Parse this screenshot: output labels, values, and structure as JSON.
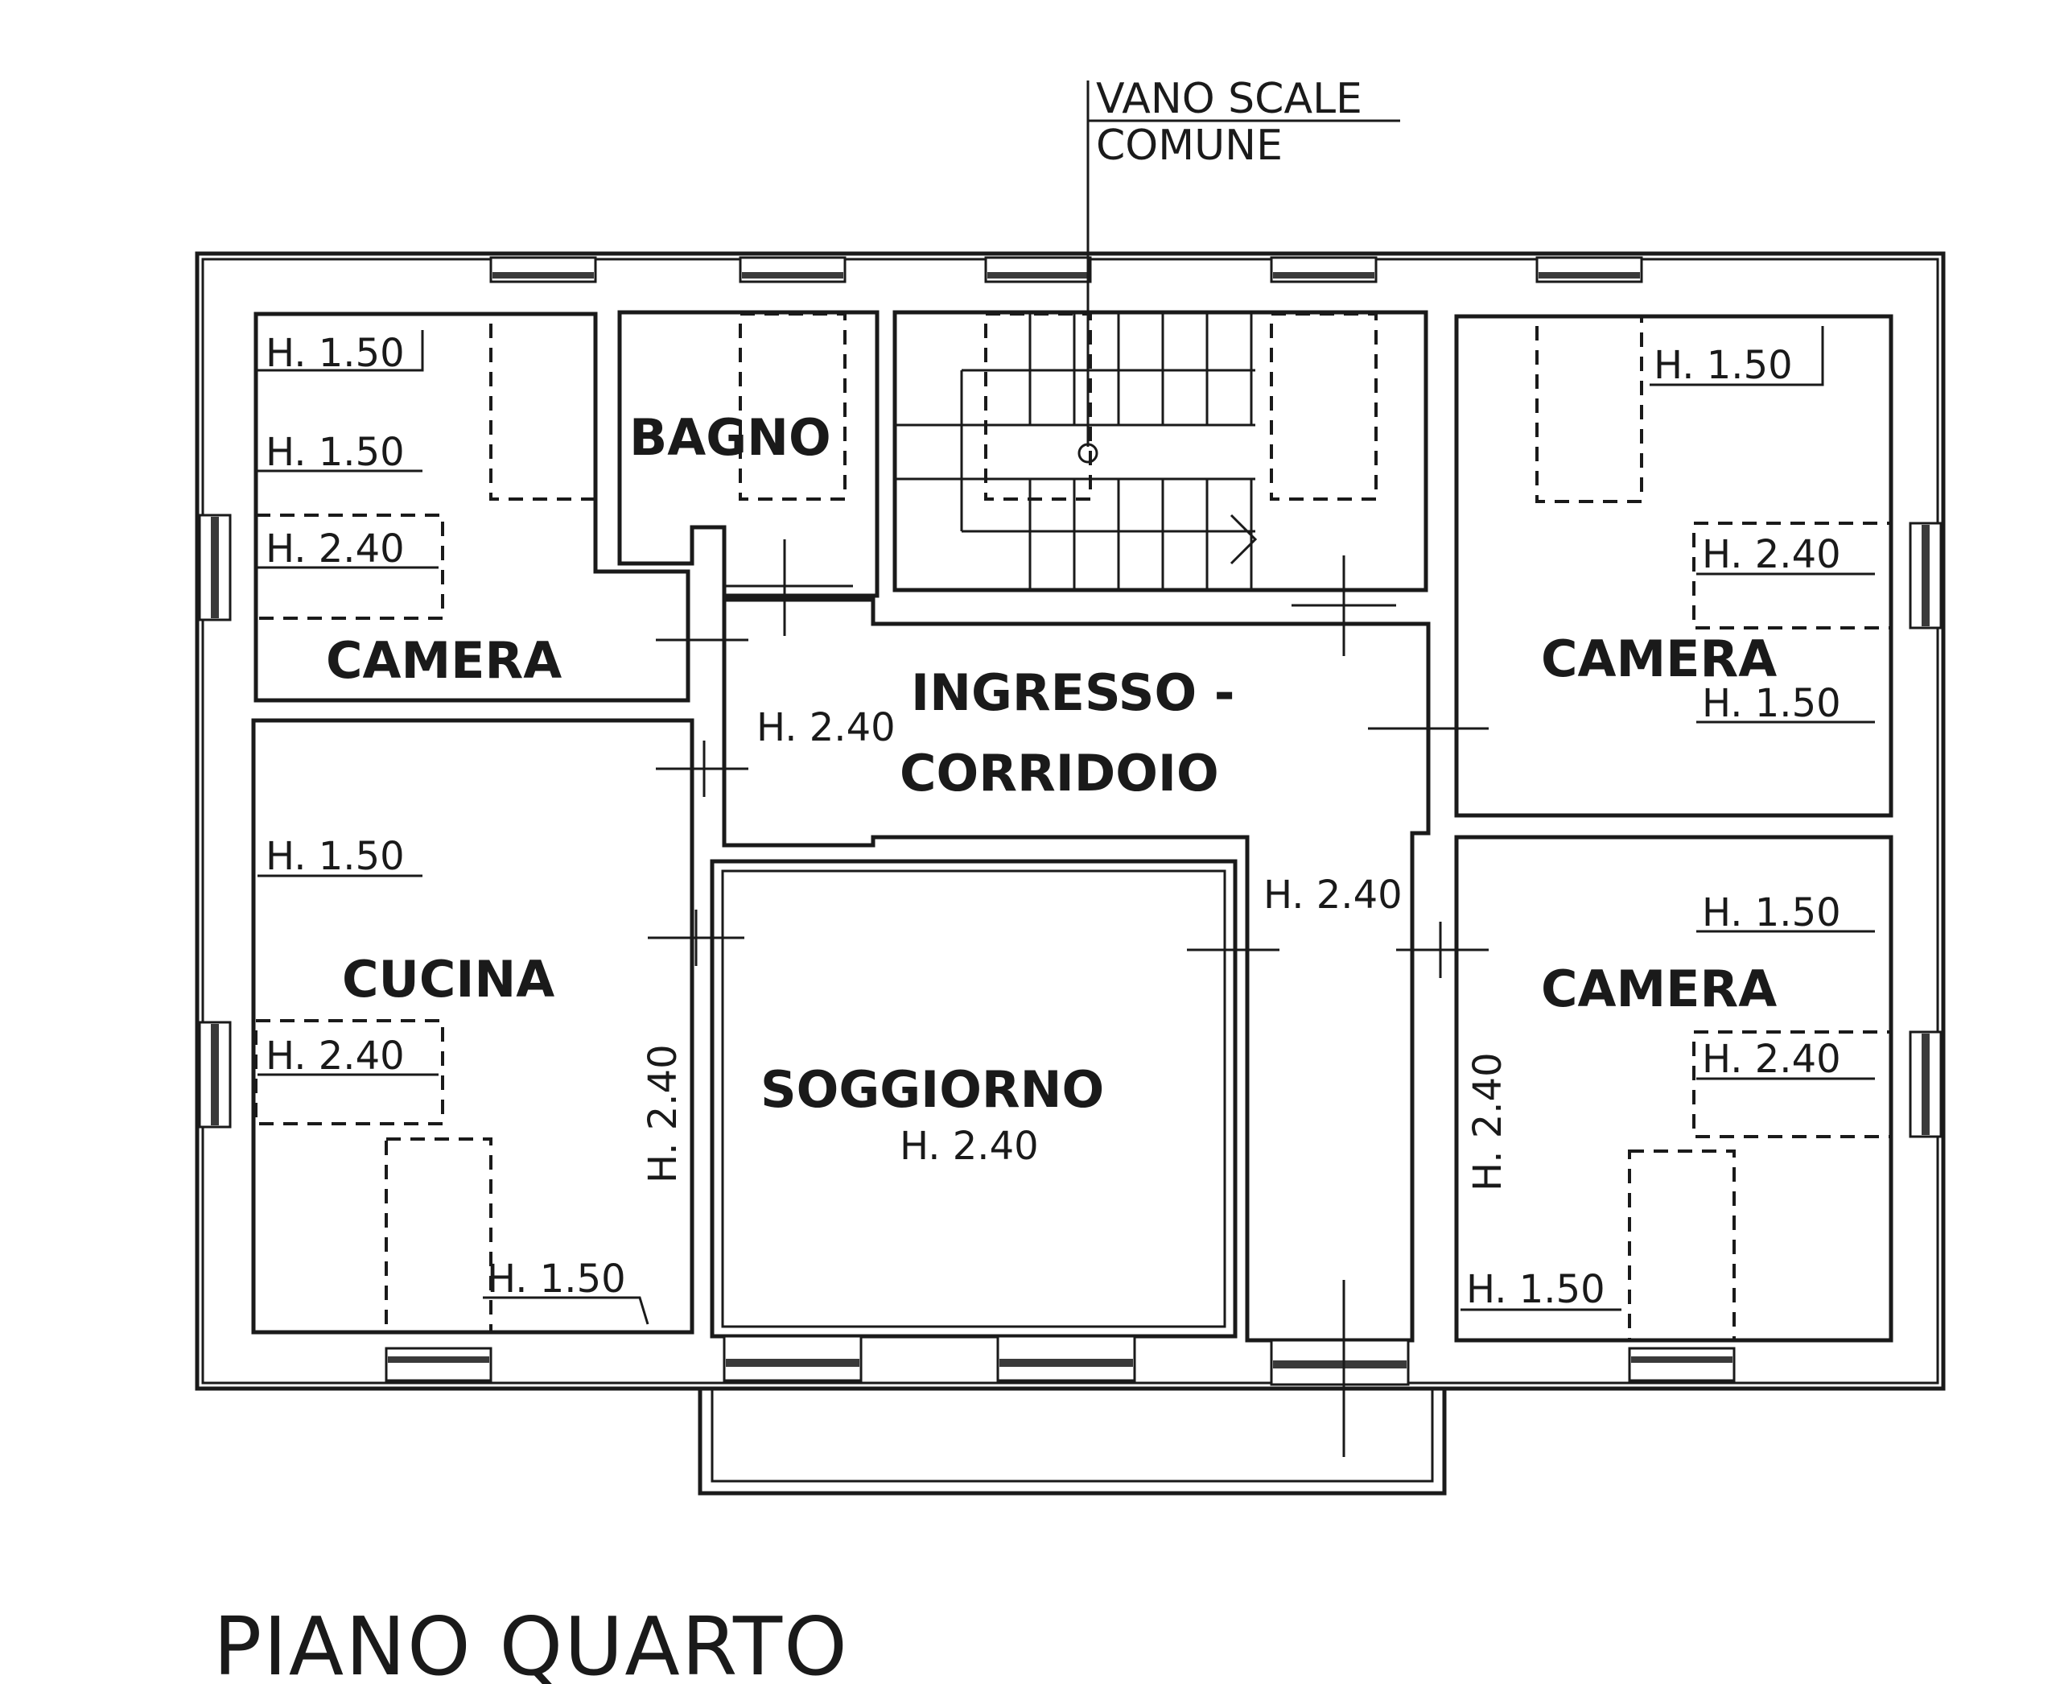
{
  "callout": {
    "line1": "VANO SCALE",
    "line2": "COMUNE"
  },
  "rooms": {
    "bagno": "BAGNO",
    "camera_nw": "CAMERA",
    "ingresso_line1": "INGRESSO -",
    "ingresso_line2": "CORRIDOIO",
    "camera_ne": "CAMERA",
    "cucina": "CUCINA",
    "soggiorno": "SOGGIORNO",
    "camera_se": "CAMERA"
  },
  "heights": {
    "h150": "H. 1.50",
    "h240": "H. 2.40"
  },
  "floor_title": "PIANO QUARTO"
}
